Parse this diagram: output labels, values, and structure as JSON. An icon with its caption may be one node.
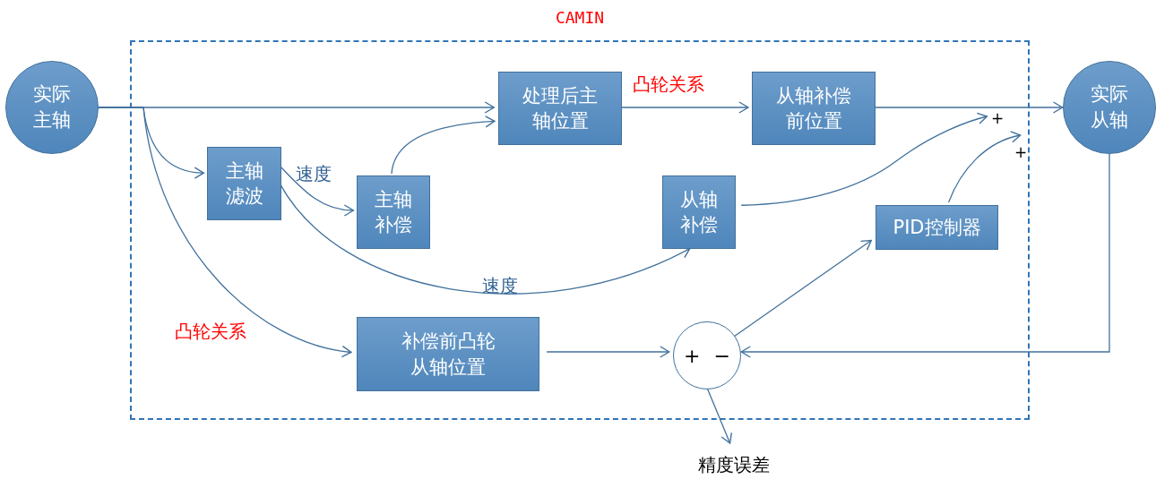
{
  "diagram": {
    "nodes": [
      {
        "text": [
          "CAMIN"
        ]
      },
      {
        "text": [
          "实际主轴"
        ]
      },
      {
        "text": [
          "处理后主轴位置"
        ],
        "in": 0
      },
      {
        "text": [
          "从轴补偿前位置"
        ],
        "in": 0
      },
      {
        "text": [
          "实际从轴"
        ]
      },
      {
        "text": [
          "主轴滤波"
        ],
        "in": 0
      },
      {
        "text": [
          "主轴补偿"
        ],
        "in": 0
      },
      {
        "text": [
          "从轴补偿"
        ],
        "in": 0
      },
      {
        "text": [
          "PID控制器"
        ],
        "in": 0
      },
      {
        "text": [
          "补偿前凸轮从轴位置"
        ],
        "in": 0
      },
      {
        "text": [
          "+ −"
        ],
        "in": 0
      },
      {
        "text": [
          "精度误差"
        ]
      },
      {
        "text": [
          "+"
        ],
        "in": 0
      },
      {
        "text": [
          "+"
        ],
        "in": 0
      }
    ],
    "edges": [
      {
        "from": 1,
        "to": 2,
        "arrow": "to"
      },
      {
        "from": 1,
        "to": 5,
        "arrow": "to"
      },
      {
        "from": 1,
        "to": 9,
        "arrow": "to",
        "label": "凸轮关系"
      },
      {
        "from": 5,
        "to": 6,
        "arrow": "to",
        "label": "速度"
      },
      {
        "from": 5,
        "to": 7,
        "arrow": "to",
        "label": "速度"
      },
      {
        "from": 6,
        "to": 2,
        "arrow": "to"
      },
      {
        "from": 2,
        "to": 3,
        "arrow": "to",
        "label": "凸轮关系"
      },
      {
        "from": 3,
        "to": 4,
        "arrow": "to"
      },
      {
        "from": 7,
        "to": 12,
        "arrow": "to"
      },
      {
        "from": 8,
        "to": 13,
        "arrow": "to"
      },
      {
        "from": 9,
        "to": 10,
        "arrow": "to"
      },
      {
        "from": 4,
        "to": 10,
        "arrow": "to"
      },
      {
        "from": 10,
        "to": 8,
        "arrow": "to"
      },
      {
        "from": 10,
        "to": 11,
        "arrow": "to"
      }
    ]
  }
}
